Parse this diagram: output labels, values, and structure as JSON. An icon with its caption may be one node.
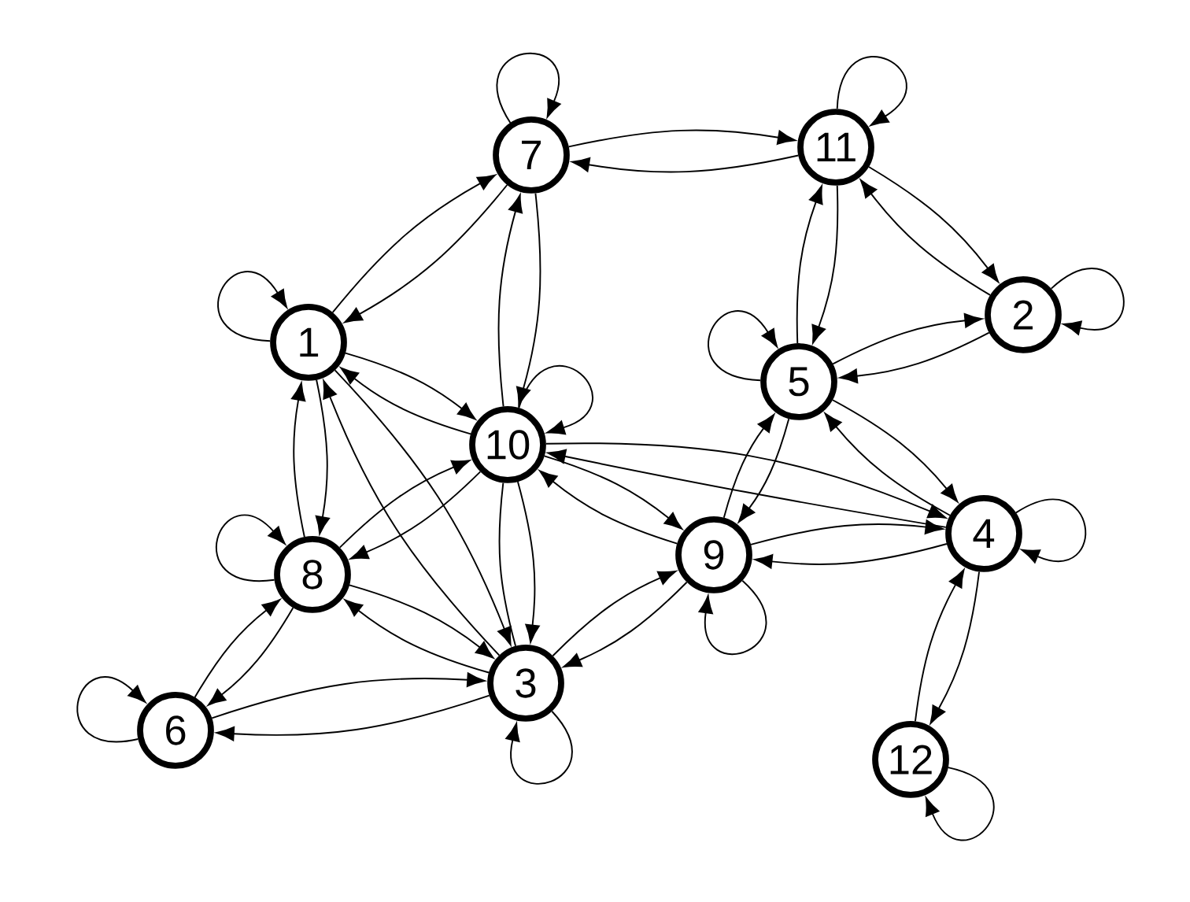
{
  "diagram": {
    "nodes": [
      {
        "text": [
          "1"
        ]
      },
      {
        "text": [
          "2"
        ]
      },
      {
        "text": [
          "3"
        ]
      },
      {
        "text": [
          "4"
        ]
      },
      {
        "text": [
          "5"
        ]
      },
      {
        "text": [
          "6"
        ]
      },
      {
        "text": [
          "7"
        ]
      },
      {
        "text": [
          "8"
        ]
      },
      {
        "text": [
          "9"
        ]
      },
      {
        "text": [
          "10"
        ]
      },
      {
        "text": [
          "11"
        ]
      },
      {
        "text": [
          "12"
        ]
      }
    ],
    "edges": [
      {
        "from": 0,
        "to": 0,
        "arrow": "to"
      },
      {
        "from": 1,
        "to": 1,
        "arrow": "to"
      },
      {
        "from": 2,
        "to": 2,
        "arrow": "to"
      },
      {
        "from": 3,
        "to": 3,
        "arrow": "to"
      },
      {
        "from": 4,
        "to": 4,
        "arrow": "to"
      },
      {
        "from": 5,
        "to": 5,
        "arrow": "to"
      },
      {
        "from": 6,
        "to": 6,
        "arrow": "to"
      },
      {
        "from": 7,
        "to": 7,
        "arrow": "to"
      },
      {
        "from": 8,
        "to": 8,
        "arrow": "to"
      },
      {
        "from": 9,
        "to": 9,
        "arrow": "to"
      },
      {
        "from": 10,
        "to": 10,
        "arrow": "to"
      },
      {
        "from": 11,
        "to": 11,
        "arrow": "to"
      },
      {
        "from": 6,
        "to": 10,
        "arrow": "to"
      },
      {
        "from": 10,
        "to": 6,
        "arrow": "to"
      },
      {
        "from": 0,
        "to": 6,
        "arrow": "to"
      },
      {
        "from": 6,
        "to": 0,
        "arrow": "to"
      },
      {
        "from": 6,
        "to": 9,
        "arrow": "to"
      },
      {
        "from": 9,
        "to": 6,
        "arrow": "to"
      },
      {
        "from": 10,
        "to": 1,
        "arrow": "to"
      },
      {
        "from": 1,
        "to": 10,
        "arrow": "to"
      },
      {
        "from": 4,
        "to": 10,
        "arrow": "to"
      },
      {
        "from": 10,
        "to": 4,
        "arrow": "to"
      },
      {
        "from": 4,
        "to": 1,
        "arrow": "to"
      },
      {
        "from": 1,
        "to": 4,
        "arrow": "to"
      },
      {
        "from": 4,
        "to": 3,
        "arrow": "to"
      },
      {
        "from": 3,
        "to": 4,
        "arrow": "to"
      },
      {
        "from": 8,
        "to": 4,
        "arrow": "to"
      },
      {
        "from": 4,
        "to": 8,
        "arrow": "to"
      },
      {
        "from": 0,
        "to": 9,
        "arrow": "to"
      },
      {
        "from": 9,
        "to": 0,
        "arrow": "to"
      },
      {
        "from": 0,
        "to": 7,
        "arrow": "to"
      },
      {
        "from": 7,
        "to": 0,
        "arrow": "to"
      },
      {
        "from": 0,
        "to": 2,
        "arrow": "to"
      },
      {
        "from": 2,
        "to": 0,
        "arrow": "to"
      },
      {
        "from": 7,
        "to": 9,
        "arrow": "to"
      },
      {
        "from": 9,
        "to": 7,
        "arrow": "to"
      },
      {
        "from": 9,
        "to": 2,
        "arrow": "to"
      },
      {
        "from": 2,
        "to": 9,
        "arrow": "none"
      },
      {
        "from": 7,
        "to": 2,
        "arrow": "to"
      },
      {
        "from": 2,
        "to": 7,
        "arrow": "to"
      },
      {
        "from": 5,
        "to": 7,
        "arrow": "to"
      },
      {
        "from": 7,
        "to": 5,
        "arrow": "to"
      },
      {
        "from": 5,
        "to": 2,
        "arrow": "to"
      },
      {
        "from": 2,
        "to": 5,
        "arrow": "to"
      },
      {
        "from": 2,
        "to": 8,
        "arrow": "to"
      },
      {
        "from": 8,
        "to": 2,
        "arrow": "to"
      },
      {
        "from": 9,
        "to": 8,
        "arrow": "to"
      },
      {
        "from": 8,
        "to": 9,
        "arrow": "to"
      },
      {
        "from": 9,
        "to": 3,
        "arrow": "to"
      },
      {
        "from": 3,
        "to": 9,
        "arrow": "to"
      },
      {
        "from": 8,
        "to": 3,
        "arrow": "to"
      },
      {
        "from": 3,
        "to": 8,
        "arrow": "to"
      },
      {
        "from": 3,
        "to": 11,
        "arrow": "to"
      },
      {
        "from": 11,
        "to": 3,
        "arrow": "to"
      }
    ]
  }
}
